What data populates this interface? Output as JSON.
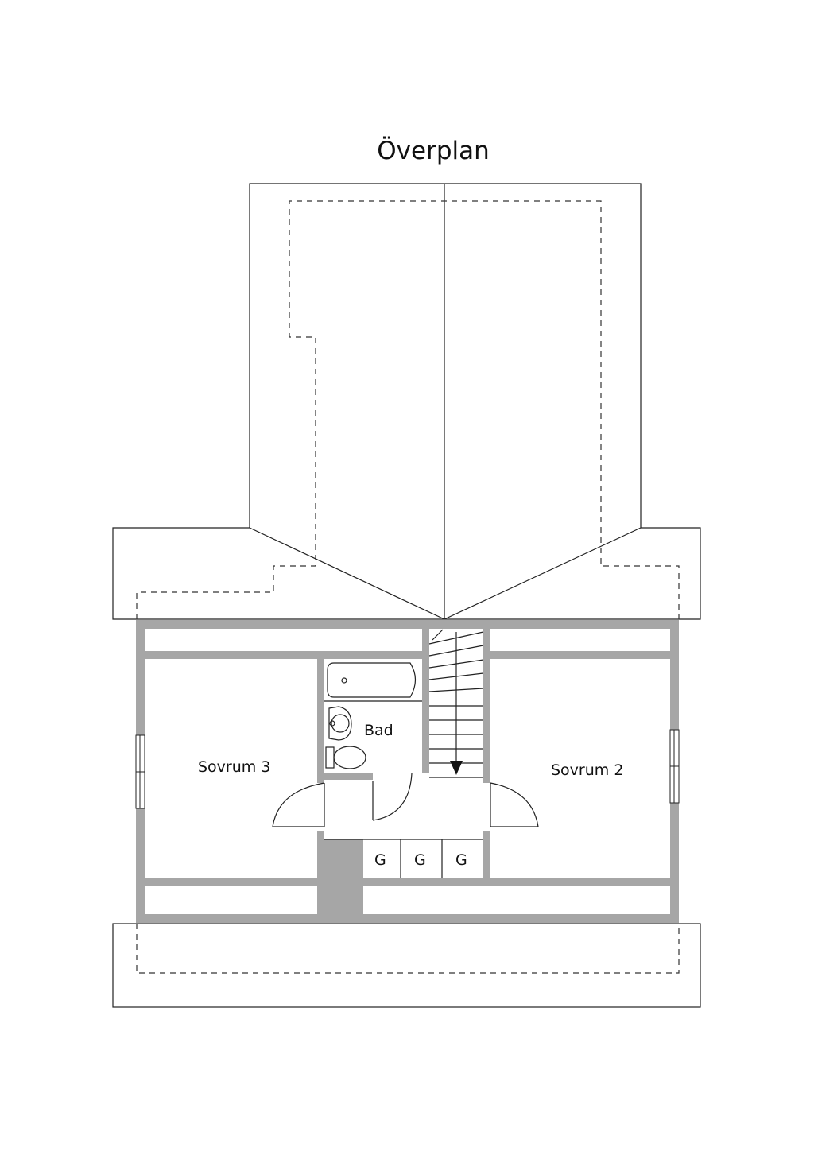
{
  "title": "Överplan",
  "rooms": {
    "sovrum3": "Sovrum 3",
    "sovrum2": "Sovrum 2",
    "bad": "Bad"
  },
  "closets": [
    "G",
    "G",
    "G"
  ],
  "colors": {
    "wall": "#a6a6a6",
    "line": "#222222",
    "background": "#ffffff"
  }
}
